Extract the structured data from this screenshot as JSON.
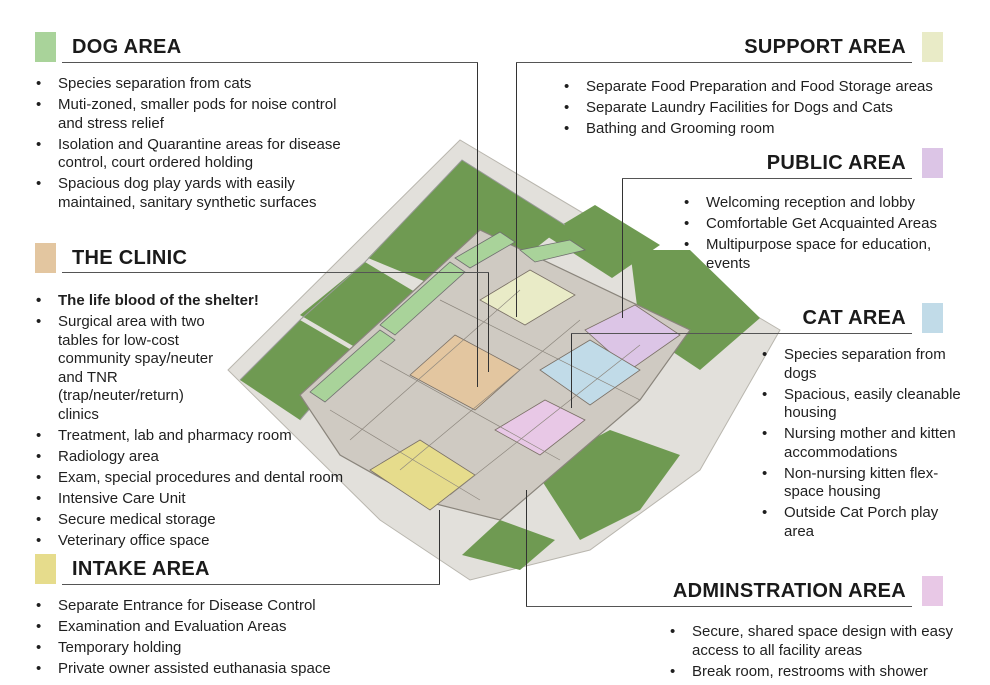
{
  "colors": {
    "dog": "#a9d39a",
    "clinic": "#e3c6a0",
    "intake": "#e6dc8c",
    "support": "#e9ebc7",
    "public": "#dcc5e6",
    "cat": "#c1dbe8",
    "admin": "#e8c8e6",
    "grass": "#6f9a52",
    "concrete": "#d6d3cd"
  },
  "sections": {
    "dog": {
      "title": "DOG AREA",
      "items": [
        "Species separation from cats",
        "Muti-zoned, smaller pods for noise control and stress relief",
        "Isolation and Quarantine areas for disease control, court ordered holding",
        "Spacious dog play yards with easily maintained, sanitary synthetic surfaces"
      ]
    },
    "clinic": {
      "title": "THE CLINIC",
      "items": [
        "The life blood of the shelter!",
        "Surgical area with two tables for low-cost community spay/neuter and TNR (trap/neuter/return) clinics",
        "Treatment, lab and pharmacy room",
        "Radiology area",
        "Exam, special procedures and dental room",
        "Intensive Care Unit",
        "Secure medical storage",
        "Veterinary office space"
      ]
    },
    "intake": {
      "title": "INTAKE AREA",
      "items": [
        "Separate Entrance for Disease Control",
        "Examination and Evaluation Areas",
        "Temporary holding",
        "Private owner assisted euthanasia space"
      ]
    },
    "support": {
      "title": "SUPPORT AREA",
      "items": [
        "Separate Food Preparation and Food Storage areas",
        "Separate Laundry Facilities for Dogs and Cats",
        "Bathing and Grooming room"
      ]
    },
    "public": {
      "title": "PUBLIC AREA",
      "items": [
        "Welcoming reception and lobby",
        "Comfortable Get Acquainted Areas",
        "Multipurpose space for education, events"
      ]
    },
    "cat": {
      "title": "CAT AREA",
      "items": [
        "Species separation from dogs",
        "Spacious, easily cleanable housing",
        "Nursing mother and kitten accommodations",
        "Non-nursing kitten flex-space housing",
        "Outside Cat Porch play area"
      ]
    },
    "admin": {
      "title": "ADMINSTRATION AREA",
      "items": [
        "Secure, shared space design with easy access to all facility areas",
        "Break room, restrooms with shower"
      ]
    }
  }
}
